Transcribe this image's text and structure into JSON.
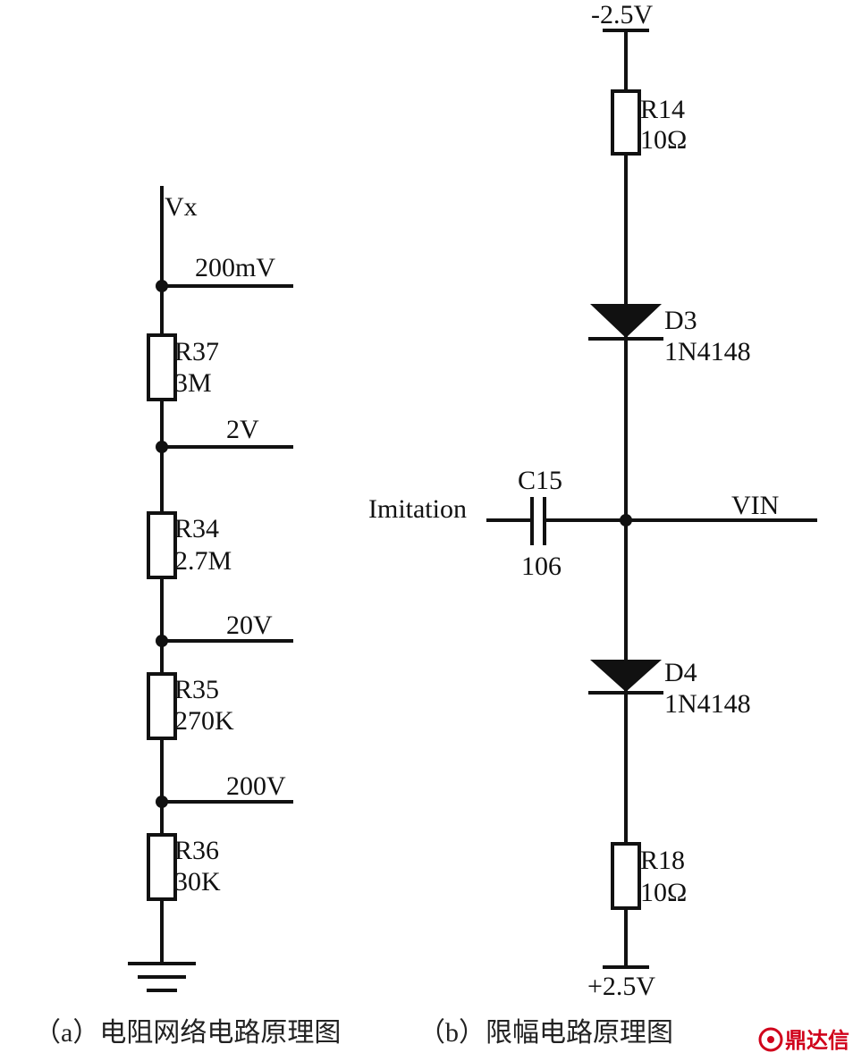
{
  "diagram_a": {
    "node_label": "Vx",
    "taps": [
      "200mV",
      "2V",
      "20V",
      "200V"
    ],
    "resistors": [
      {
        "ref": "R37",
        "value": "3M"
      },
      {
        "ref": "R34",
        "value": "2.7M"
      },
      {
        "ref": "R35",
        "value": "270K"
      },
      {
        "ref": "R36",
        "value": "30K"
      }
    ],
    "caption": "（a）电阻网络电路原理图"
  },
  "diagram_b": {
    "top_supply": "-2.5V",
    "bottom_supply": "+2.5V",
    "r_top": {
      "ref": "R14",
      "value": "10Ω"
    },
    "d_top": {
      "ref": "D3",
      "part": "1N4148"
    },
    "cap": {
      "ref": "C15",
      "value": "106"
    },
    "input_label": "Imitation",
    "output_label": "VIN",
    "d_bottom": {
      "ref": "D4",
      "part": "1N4148"
    },
    "r_bottom": {
      "ref": "R18",
      "value": "10Ω"
    },
    "caption": "（b）限幅电路原理图"
  },
  "watermark": "鼎达信"
}
